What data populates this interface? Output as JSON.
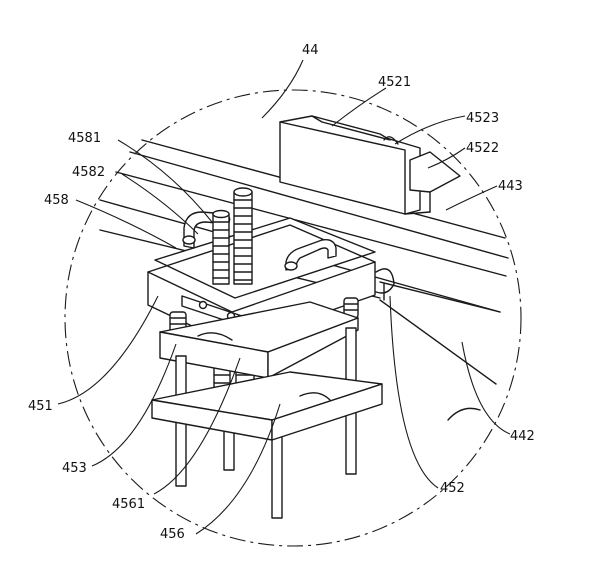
{
  "labels": {
    "l44": "44",
    "l4521": "4521",
    "l4523": "4523",
    "l4522": "4522",
    "l443": "443",
    "l4581": "4581",
    "l4582": "4582",
    "l458": "458",
    "l451": "451",
    "l453": "453",
    "l4561": "4561",
    "l456": "456",
    "l452": "452",
    "l442": "442"
  }
}
